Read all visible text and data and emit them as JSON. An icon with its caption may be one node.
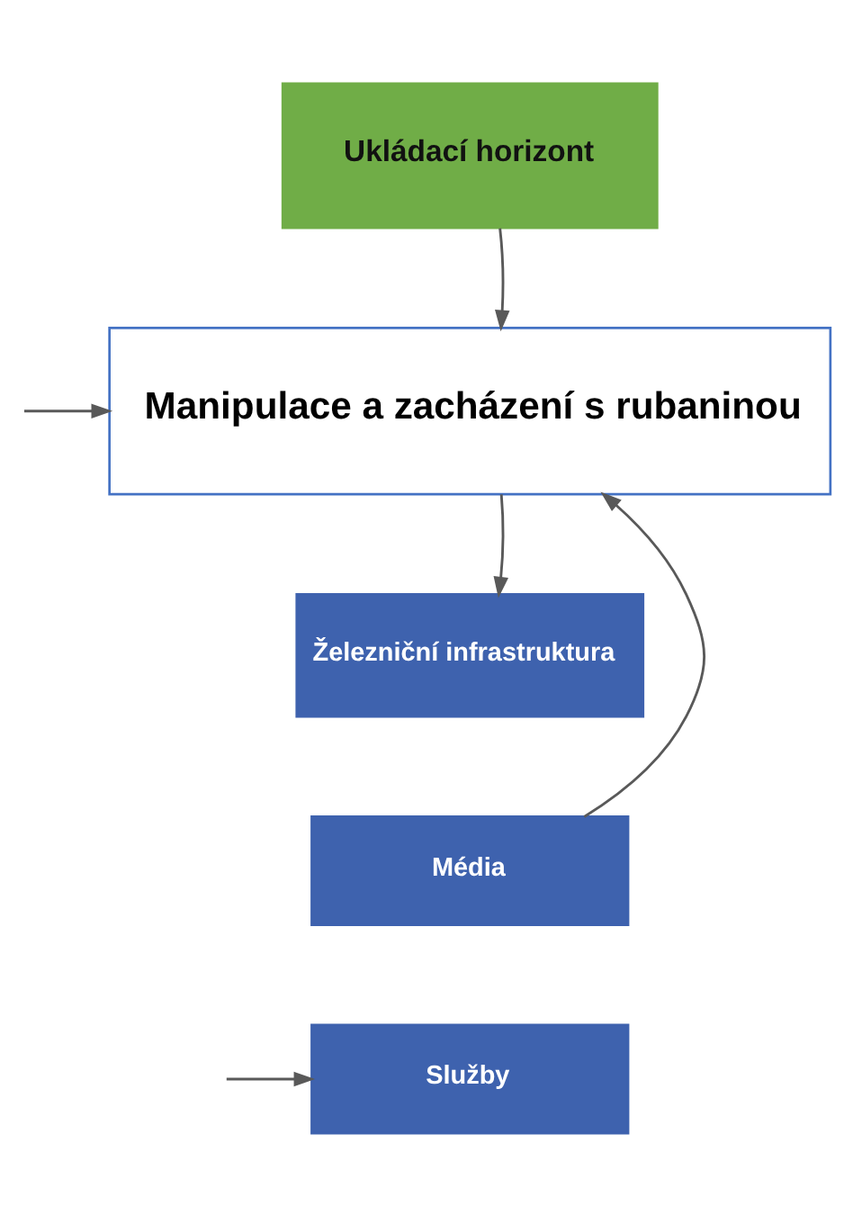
{
  "diagram": {
    "nodes": [
      {
        "text": [
          "Ukládací horizont"
        ]
      },
      {
        "text": [
          "Manipulace a zacházení s rubaninou"
        ]
      },
      {
        "text": [
          "Železniční infrastruktura"
        ]
      },
      {
        "text": [
          "Média"
        ]
      },
      {
        "text": [
          "Služby"
        ]
      }
    ],
    "edges": [
      {
        "from": 0,
        "to": 1,
        "arrow": "to"
      },
      {
        "from": 1,
        "to": 2,
        "arrow": "to"
      },
      {
        "from": 3,
        "to": 1,
        "arrow": "to"
      },
      {
        "from": null,
        "to": 1,
        "arrow": "to"
      },
      {
        "from": null,
        "to": 4,
        "arrow": "to"
      }
    ]
  }
}
